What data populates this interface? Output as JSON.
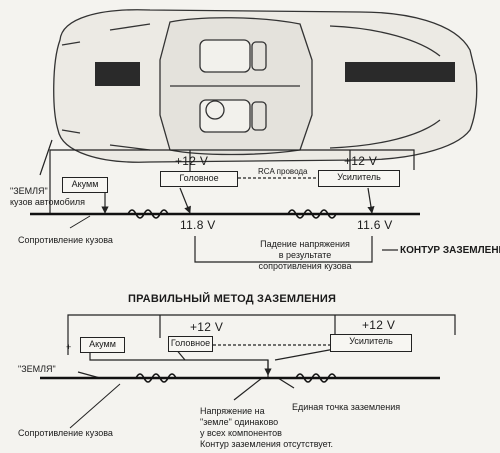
{
  "top": {
    "plus12_left": "+12 V",
    "plus12_right": "+12 V",
    "rca_label": "RCA провода",
    "head_unit": "Головное",
    "amplifier": "Усилитель",
    "battery": "Акумм",
    "ground_label": "\"ЗЕМЛЯ\"",
    "ground_sub": "кузов автомобиля",
    "body_resistance": "Сопротивление кузова",
    "voltage_left": "11.8 V",
    "voltage_right": "11.6 V",
    "drop_line1": "Падение напряжения",
    "drop_line2": "в результате",
    "drop_line3": "сопротивления кузова",
    "loop_title": "КОНТУР ЗАЗЕМЛЕНИЯ"
  },
  "bottom": {
    "title": "ПРАВИЛЬНЫЙ МЕТОД ЗАЗЕМЛЕНИЯ",
    "plus12_left": "+12 V",
    "plus12_right": "+12 V",
    "battery": "Акумм",
    "head_unit": "Головное",
    "amplifier": "Усилитель",
    "ground_label": "\"ЗЕМЛЯ\"",
    "body_resistance": "Сопротивление кузова",
    "single_point": "Единая точка заземления",
    "note1": "Напряжение на",
    "note2": "\"земле\" одинаково",
    "note3": "у всех компонентов",
    "note4": "Контур заземления отсутствует."
  }
}
